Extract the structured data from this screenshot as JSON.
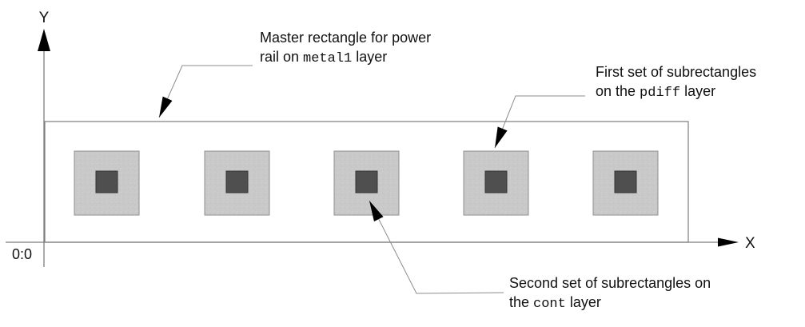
{
  "axes": {
    "y_label": "Y",
    "x_label": "X",
    "origin_label": "0:0"
  },
  "annotations": {
    "master_rect": {
      "line1": "Master rectangle for power",
      "line2_pre": "rail on ",
      "line2_code": "metal1",
      "line2_post": " layer"
    },
    "pdiff": {
      "line1": "First set of subrectangles",
      "line2_pre": "on the ",
      "line2_code": "pdiff",
      "line2_post": " layer"
    },
    "cont": {
      "line1": "Second set of subrectangles on",
      "line2_pre": "the ",
      "line2_code": "cont",
      "line2_post": " layer"
    }
  },
  "colors": {
    "background": "#ffffff",
    "axis_line": "#7d7d7d",
    "master_rect_border": "#7d7d7d",
    "leader_line": "#8c8c8c",
    "arrow": "#000000",
    "text": "#111111",
    "pdiff_fill": "#c9c9c9",
    "pdiff_border": "#8f8f8f",
    "cont_fill": "#4f4f4f",
    "cont_border": "#343434"
  }
}
